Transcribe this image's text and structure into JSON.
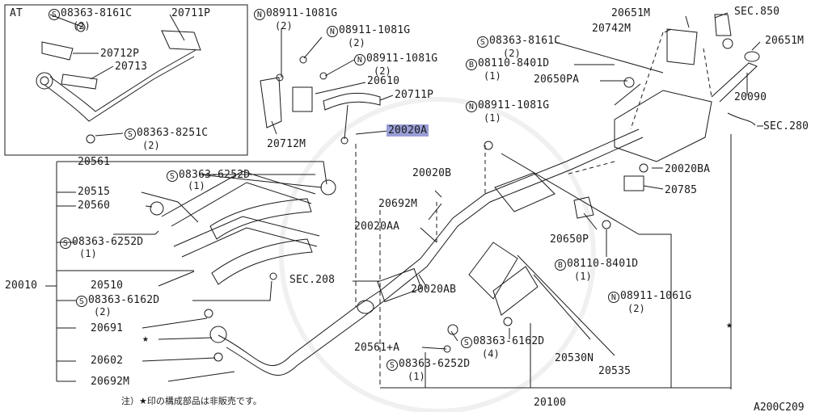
{
  "inset": {
    "label": "AT",
    "p1": {
      "prefix": "S",
      "num": "08363-8161C",
      "sub": "(2)"
    },
    "p2": "20711P",
    "p3": "20712P",
    "p4": "20713",
    "p5": {
      "prefix": "S",
      "num": "08363-8251C",
      "sub": "(2)"
    }
  },
  "left_group": {
    "p20561": "20561",
    "s6252_top": {
      "prefix": "S",
      "num": "08363-6252D",
      "sub": "(1)"
    },
    "p20515": "20515",
    "p20560": "20560",
    "s6252_mid": {
      "prefix": "S",
      "num": "08363-6252D",
      "sub": "(1)"
    },
    "p20010": "20010",
    "p20510": "20510",
    "s6162": {
      "prefix": "S",
      "num": "08363-6162D",
      "sub": "(2)"
    },
    "p20691": "20691",
    "star": "★",
    "p20602": "20602",
    "p20692m": "20692M"
  },
  "center_group": {
    "n1081_a": {
      "prefix": "N",
      "num": "08911-1081G",
      "sub": "(2)"
    },
    "n1081_b": {
      "prefix": "N",
      "num": "08911-1081G",
      "sub": "(2)"
    },
    "n1081_c": {
      "prefix": "N",
      "num": "08911-1081G",
      "sub": "(2)"
    },
    "p20610": "20610",
    "p20711p": "20711P",
    "p20020a": "20020A",
    "p20712m": "20712M",
    "p20020b": "20020B",
    "p20692m": "20692M",
    "p20020aa": "20020AA",
    "sec208": "SEC.208",
    "p20020ab": "20020AB"
  },
  "right_group": {
    "p20651m_top": "20651M",
    "sec850": "SEC.850",
    "p20742m": "20742M",
    "p20651m": "20651M",
    "s8161": {
      "prefix": "S",
      "num": "08363-8161C",
      "sub": "(2)"
    },
    "b8401_top": {
      "prefix": "B",
      "num": "08110-8401D",
      "sub": "(1)"
    },
    "p20650pa": "20650PA",
    "p20090": "20090",
    "n1081_d": {
      "prefix": "N",
      "num": "08911-1081G",
      "sub": "(1)"
    },
    "sec280": "SEC.280",
    "p20020ba": "20020BA",
    "p20785": "20785",
    "p20650p": "20650P",
    "b8401_bot": {
      "prefix": "B",
      "num": "08110-8401D",
      "sub": "(1)"
    },
    "n1061": {
      "prefix": "N",
      "num": "08911-1061G",
      "sub": "(2)"
    },
    "star": "★"
  },
  "bottom_group": {
    "p20561a": "20561+A",
    "s6162": {
      "prefix": "S",
      "num": "08363-6162D",
      "sub": "(4)"
    },
    "s6252": {
      "prefix": "S",
      "num": "08363-6252D",
      "sub": "(1)"
    },
    "p20530n": "20530N",
    "p20535": "20535",
    "p20100": "20100"
  },
  "footnote": "注）★印の構成部品は非販売です。",
  "diagram_code": "A200C209",
  "colors": {
    "ink": "#1a1a1a",
    "highlight": "#9a9ed6"
  }
}
